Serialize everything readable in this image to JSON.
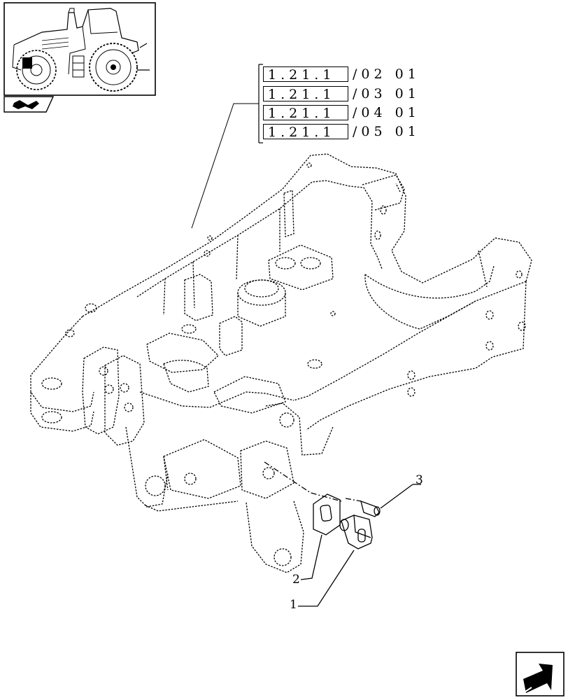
{
  "references": [
    {
      "code": "1.21.1",
      "suffix": "/02 01"
    },
    {
      "code": "1.21.1",
      "suffix": "/03 01"
    },
    {
      "code": "1.21.1",
      "suffix": "/04 01"
    },
    {
      "code": "1.21.1",
      "suffix": "/05 01"
    }
  ],
  "callouts": [
    {
      "number": "1"
    },
    {
      "number": "2"
    },
    {
      "number": "3"
    }
  ],
  "icons": {
    "thumbnail": "tractor-thumbnail-icon",
    "badge": "section-badge-icon",
    "nav": "next-page-arrow-icon"
  },
  "colors": {
    "line": "#000000",
    "background": "#ffffff"
  }
}
